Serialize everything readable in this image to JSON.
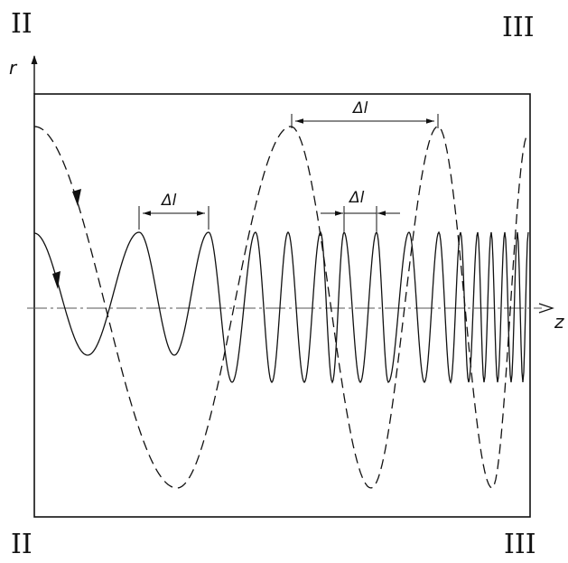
{
  "corner_labels": {
    "top_left": "II",
    "top_right": "III",
    "bottom_left": "II",
    "bottom_right": "III"
  },
  "axes": {
    "vertical_label": "r",
    "horizontal_label": "z"
  },
  "dimensions": {
    "dashed_period_label": "Δl",
    "solid_period_label": "Δl",
    "solid_period_right_label": "Δl"
  }
}
